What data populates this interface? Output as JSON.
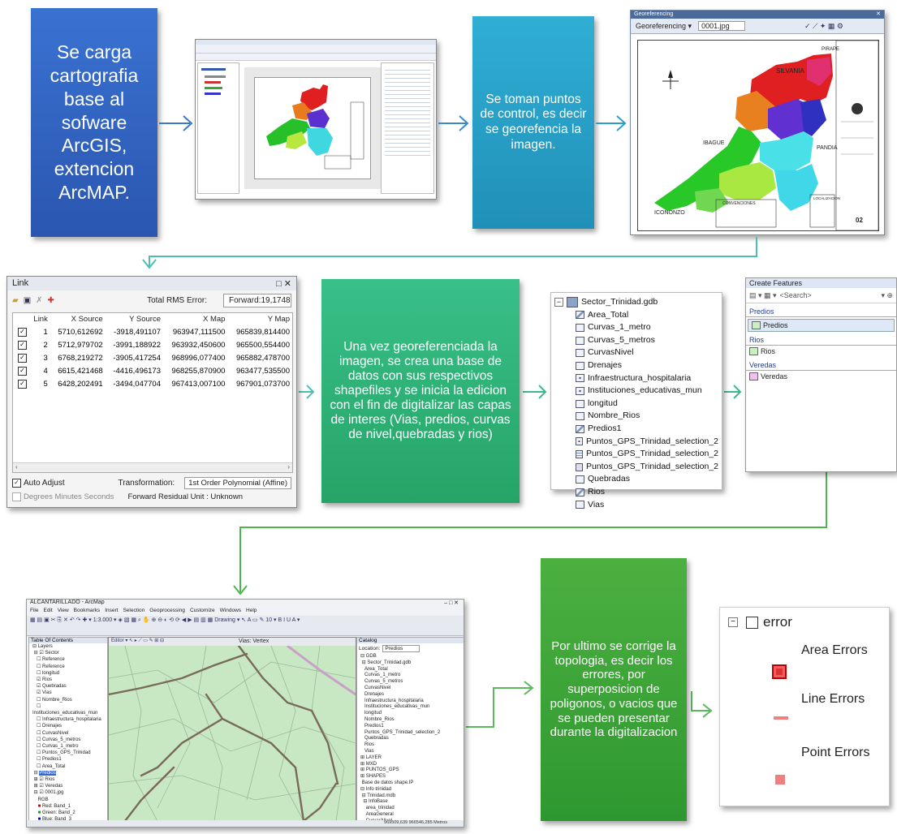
{
  "steps": {
    "step1": "Se carga cartografia base al sofware ArcGIS, extencion ArcMAP.",
    "step2": "Se toman puntos de control, es decir se georefencia la imagen.",
    "step3": "Una vez georeferenciada la imagen, se crea una base de datos con sus respectivos shapefiles y se inicia la edicion con el fin de digitalizar las capas de interes (Vias, predios, curvas de nivel,quebradas y rios)",
    "step4": "Por ultimo se corrige la topologia, es decir los errores, por superposicion de poligonos, o vacios que se pueden presentar durante la digitalizacion"
  },
  "georef_window": {
    "title": "Georeferencing",
    "menu": "Georeferencing",
    "file": "0001.jpg",
    "map_labels": [
      "SILVANIA",
      "PIRAPE",
      "IBAGUE",
      "PANDIA",
      "ICONONZO",
      "CONVENCIONES",
      "LOCALIZACION"
    ],
    "sheet": "02"
  },
  "link_window": {
    "title": "Link",
    "rms_label": "Total RMS Error:",
    "rms_value": "Forward:19,1748",
    "columns": [
      "Link",
      "X Source",
      "Y Source",
      "X Map",
      "Y Map"
    ],
    "rows": [
      [
        "1",
        "5710,612692",
        "-3918,491107",
        "963947,111500",
        "965839,814400"
      ],
      [
        "2",
        "5712,979702",
        "-3991,188922",
        "963932,450600",
        "965500,554400"
      ],
      [
        "3",
        "6768,219272",
        "-3905,417254",
        "968996,077400",
        "965882,478700"
      ],
      [
        "4",
        "6615,421468",
        "-4416,496173",
        "968255,870900",
        "963477,535500"
      ],
      [
        "5",
        "6428,202491",
        "-3494,047704",
        "967413,007100",
        "967901,073700"
      ]
    ],
    "auto_adjust": "Auto Adjust",
    "transformation_label": "Transformation:",
    "transformation_value": "1st Order Polynomial (Affine)",
    "dms": "Degrees Minutes Seconds",
    "residual": "Forward Residual Unit : Unknown"
  },
  "gdb": {
    "root": "Sector_Trinidad.gdb",
    "items": [
      "Area_Total",
      "Curvas_1_metro",
      "Curvas_5_metros",
      "CurvasNivel",
      "Drenajes",
      "Infraestructura_hospitalaria",
      "Instituciones_educativas_mun",
      "longitud",
      "Nombre_Rios",
      "Predios1",
      "Puntos_GPS_Trinidad_selection_2",
      "Puntos_GPS_Trinidad_selection_2",
      "Puntos_GPS_Trinidad_selection_2",
      "Quebradas",
      "Rios",
      "Vias"
    ]
  },
  "create_features": {
    "title": "Create Features",
    "search": "<Search>",
    "groups": [
      {
        "name": "Predios",
        "item": "Predios",
        "color": "#c8f0c0"
      },
      {
        "name": "Rios",
        "item": "Rios",
        "color": "#c8f0c0"
      },
      {
        "name": "Veredas",
        "item": "Veredas",
        "color": "#f0c0f0"
      }
    ]
  },
  "arcmap": {
    "title": "ALCANTARILLADO - ArcMap",
    "menu": [
      "File",
      "Edit",
      "View",
      "Bookmarks",
      "Insert",
      "Selection",
      "Geoprocessing",
      "Customize",
      "Windows",
      "Help"
    ],
    "toc_title": "Table Of Contents",
    "catalog_title": "Catalog",
    "location_label": "Location:",
    "location_value": "Predios",
    "map_label": "Vias: Vertex",
    "status": "969509,639  966546,285 Metros"
  },
  "errors": {
    "root": "error",
    "area": "Area Errors",
    "line": "Line Errors",
    "point": "Point Errors"
  },
  "colors": {
    "step1": "#3060c0",
    "step2": "#2aa0c8",
    "step3": "#2eb478",
    "step4": "#3fa838",
    "arrow_blue": "#3a78c8",
    "arrow_teal": "#4cc0b0",
    "arrow_green": "#5cb85c"
  }
}
